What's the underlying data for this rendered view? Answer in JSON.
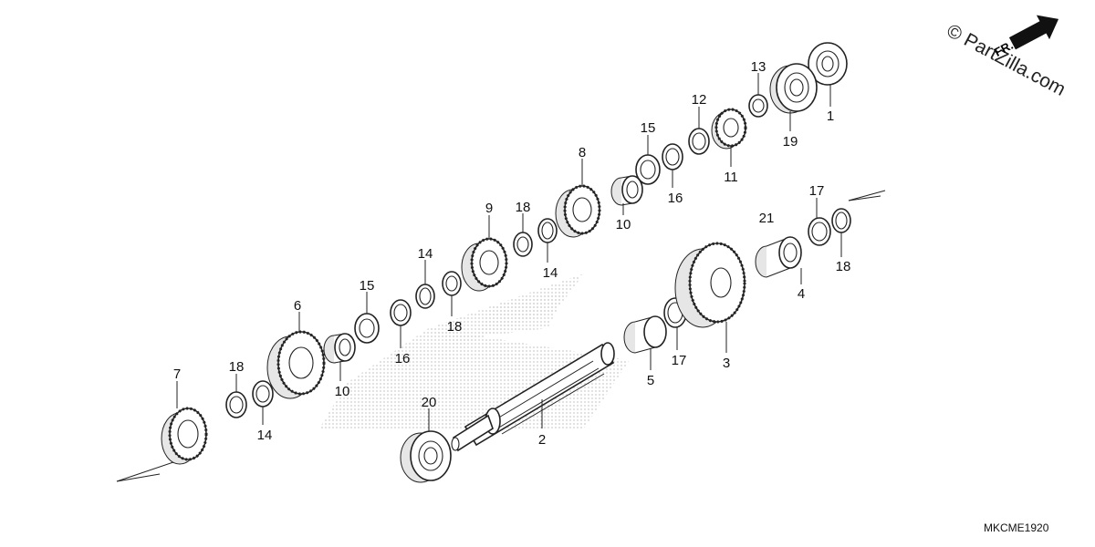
{
  "diagram": {
    "watermark": "© PartZilla.com",
    "direction_label": "FR.",
    "drawing_code": "MKCME1920"
  },
  "callouts": [
    {
      "id": "c1",
      "label": "1"
    },
    {
      "id": "c13",
      "label": "13"
    },
    {
      "id": "c19",
      "label": "19"
    },
    {
      "id": "c12",
      "label": "12"
    },
    {
      "id": "c11",
      "label": "11"
    },
    {
      "id": "c15a",
      "label": "15"
    },
    {
      "id": "c16a",
      "label": "16"
    },
    {
      "id": "c8",
      "label": "8"
    },
    {
      "id": "c10a",
      "label": "10"
    },
    {
      "id": "c9",
      "label": "9"
    },
    {
      "id": "c18a",
      "label": "18"
    },
    {
      "id": "c14a",
      "label": "14"
    },
    {
      "id": "c14b",
      "label": "14"
    },
    {
      "id": "c18b",
      "label": "18"
    },
    {
      "id": "c15b",
      "label": "15"
    },
    {
      "id": "c16b",
      "label": "16"
    },
    {
      "id": "c6",
      "label": "6"
    },
    {
      "id": "c10b",
      "label": "10"
    },
    {
      "id": "c7",
      "label": "7"
    },
    {
      "id": "c18c",
      "label": "18"
    },
    {
      "id": "c14c",
      "label": "14"
    },
    {
      "id": "c20",
      "label": "20"
    },
    {
      "id": "c2",
      "label": "2"
    },
    {
      "id": "c5",
      "label": "5"
    },
    {
      "id": "c17a",
      "label": "17"
    },
    {
      "id": "c3",
      "label": "3"
    },
    {
      "id": "c21",
      "label": "21"
    },
    {
      "id": "c4",
      "label": "4"
    },
    {
      "id": "c17b",
      "label": "17"
    },
    {
      "id": "c18d",
      "label": "18"
    }
  ]
}
